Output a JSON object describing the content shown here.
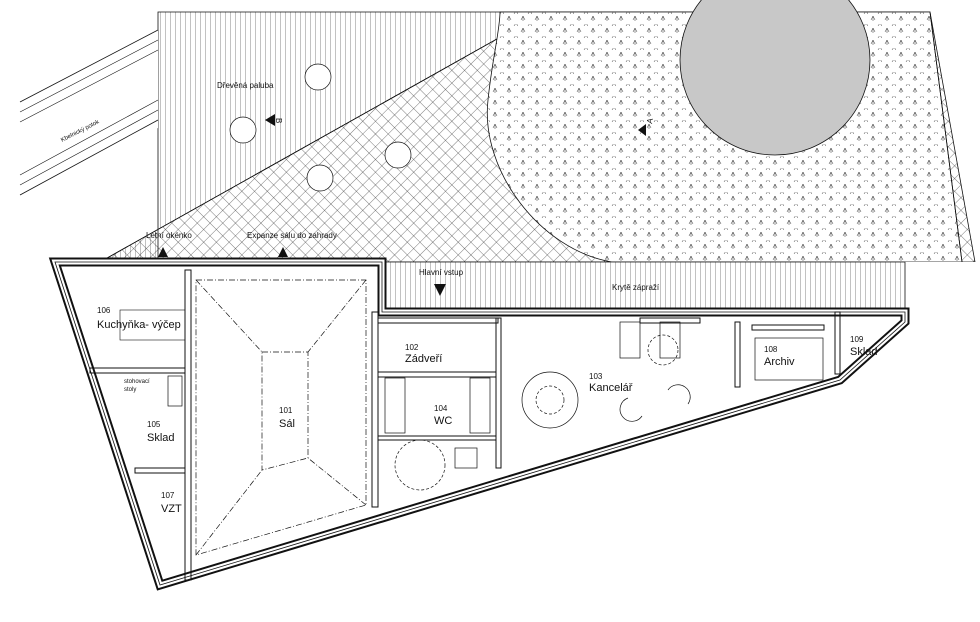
{
  "site": {
    "deck": "Dřevěná paluba",
    "stream": "Kbelnický potok",
    "window": "Letní okénko",
    "expansion": "Expanze sálu do zahrady",
    "entrance": "Hlavní vstup",
    "porch": "Krytě zápraží",
    "section_a": "A",
    "section_b": "B"
  },
  "rooms": {
    "kitchen": {
      "number": "106",
      "name": "Kuchyňka- výčep"
    },
    "hall": {
      "number": "101",
      "name": "Sál"
    },
    "storage_105": {
      "number": "105",
      "name": "Sklad",
      "note_1": "stohovací",
      "note_2": "stoly"
    },
    "vzt": {
      "number": "107",
      "name": "VZT"
    },
    "vestibule": {
      "number": "102",
      "name": "Zádveří"
    },
    "wc": {
      "number": "104",
      "name": "WC"
    },
    "office": {
      "number": "103",
      "name": "Kancelář"
    },
    "archive": {
      "number": "108",
      "name": "Archiv"
    },
    "storage_109": {
      "number": "109",
      "name": "Sklad"
    }
  },
  "colors": {
    "line": "#111111",
    "tree_fill": "#c8c8c8",
    "wall_fill": "#ffffff"
  },
  "icons": {
    "marker": "triangle-marker-icon",
    "table": "round-table-icon"
  }
}
